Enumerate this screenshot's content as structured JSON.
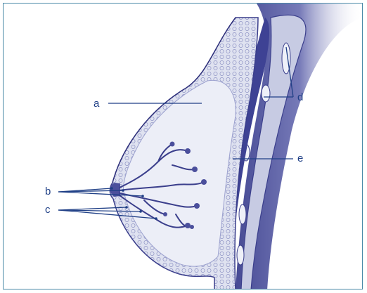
{
  "labels": {
    "a": "a",
    "b": "b",
    "c": "c",
    "d": "d",
    "e": "e"
  },
  "colors": {
    "frame": "#4a8aa8",
    "ink": "#1f3f86",
    "tissue": "#d6dbeb",
    "fat": "#e7eaf5",
    "muscle": "#4b4f9c",
    "dark": "#2e2f78"
  }
}
